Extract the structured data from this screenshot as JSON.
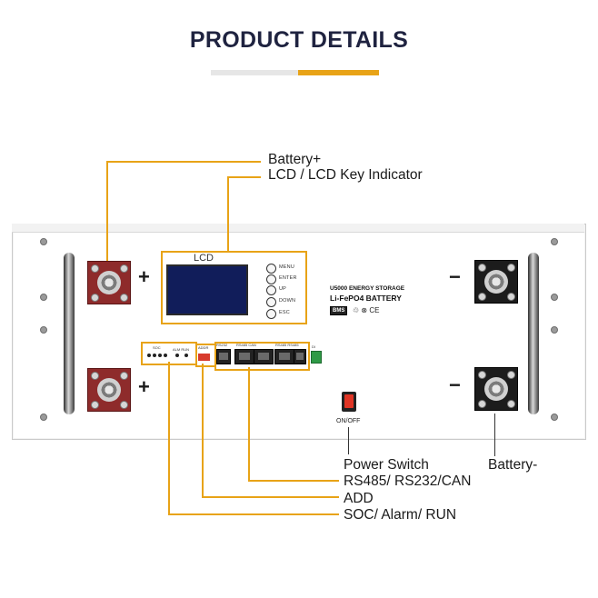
{
  "header": {
    "title": "PRODUCT DETAILS"
  },
  "callouts": {
    "battery_plus": "Battery+",
    "lcd_key": "LCD / LCD Key Indicator",
    "power_switch": "Power Switch",
    "rs485": "RS485/ RS232/CAN",
    "add": "ADD",
    "soc": "SOC/ Alarm/ RUN",
    "battery_minus": "Battery-"
  },
  "panel": {
    "lcd_label": "LCD",
    "keys": [
      "MENU",
      "ENTER",
      "UP",
      "DOWN",
      "ESC"
    ],
    "brand_line1": "U5000 ENERGY STORAGE",
    "brand_line2": "Li-FePO4 BATTERY",
    "bms": "BMS",
    "certs": "♲ ⊗ CE",
    "plus": "+",
    "minus": "−",
    "led_label_soc": "SOC",
    "led_label_alm_run": "ALM  RUN",
    "addr_label": "ADDR",
    "port_labels": [
      "RS232",
      "RS485  CAN",
      "RS485  RS485"
    ],
    "conn_label": "DI",
    "switch_label": "ON/OFF"
  },
  "colors": {
    "accent": "#e8a317",
    "title": "#1f2340",
    "lcd": "#111d5a",
    "terminal_pos": "#8e2b2b",
    "terminal_neg": "#1c1c1c",
    "switch": "#e03525"
  }
}
